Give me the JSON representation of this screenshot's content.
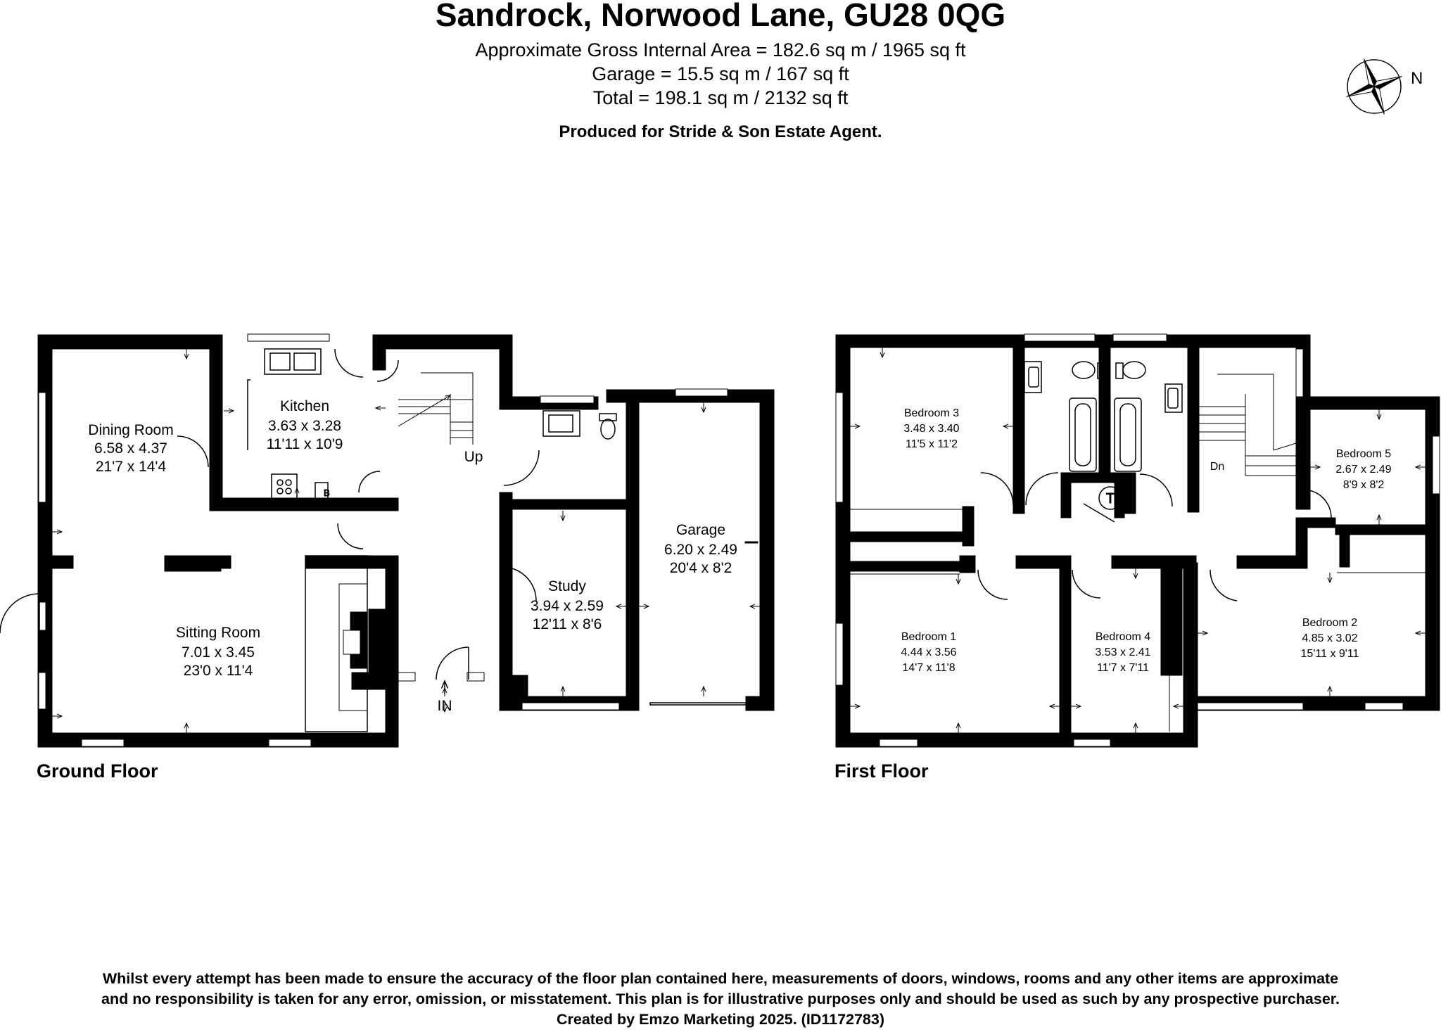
{
  "header": {
    "title": "Sandrock, Norwood Lane, GU28 0QG",
    "area_lines": [
      "Approximate Gross Internal Area = 182.6 sq m / 1965 sq ft",
      "Garage = 15.5 sq m / 167 sq ft",
      "Total = 198.1 sq m / 2132 sq ft"
    ],
    "produced_for": "Produced for Stride & Son Estate Agent."
  },
  "compass": {
    "label": "N",
    "icon": "compass-rose-icon"
  },
  "ground_floor": {
    "label": "Ground Floor",
    "stair_label": "Up",
    "entrance_label": "IN",
    "boiler_label": "B",
    "rooms": [
      {
        "name": "Dining Room",
        "metric": "6.58 x 4.37",
        "imperial": "21'7 x 14'4"
      },
      {
        "name": "Kitchen",
        "metric": "3.63 x 3.28",
        "imperial": "11'11 x 10'9"
      },
      {
        "name": "Sitting Room",
        "metric": "7.01 x 3.45",
        "imperial": "23'0 x 11'4"
      },
      {
        "name": "Study",
        "metric": "3.94 x 2.59",
        "imperial": "12'11 x 8'6"
      },
      {
        "name": "Garage",
        "metric": "6.20 x 2.49",
        "imperial": "20'4 x 8'2"
      }
    ]
  },
  "first_floor": {
    "label": "First Floor",
    "stair_label": "Dn",
    "tank_label": "T",
    "rooms": [
      {
        "name": "Bedroom 3",
        "metric": "3.48 x 3.40",
        "imperial": "11'5 x 11'2"
      },
      {
        "name": "Bedroom 5",
        "metric": "2.67 x 2.49",
        "imperial": "8'9 x 8'2"
      },
      {
        "name": "Bedroom 1",
        "metric": "4.44 x 3.56",
        "imperial": "14'7 x 11'8"
      },
      {
        "name": "Bedroom 4",
        "metric": "3.53 x 2.41",
        "imperial": "11'7 x 7'11"
      },
      {
        "name": "Bedroom 2",
        "metric": "4.85 x 3.02",
        "imperial": "15'11 x 9'11"
      }
    ]
  },
  "disclaimer": {
    "lines": [
      "Whilst every attempt has been made to ensure the accuracy of the floor plan contained here, measurements of doors, windows, rooms and any other items are approximate",
      "and no responsibility is taken for any error, omission, or misstatement. This plan is for illustrative purposes only and should be used as such by any prospective purchaser.",
      "Created by Emzo Marketing 2025. (ID1172783)"
    ]
  }
}
